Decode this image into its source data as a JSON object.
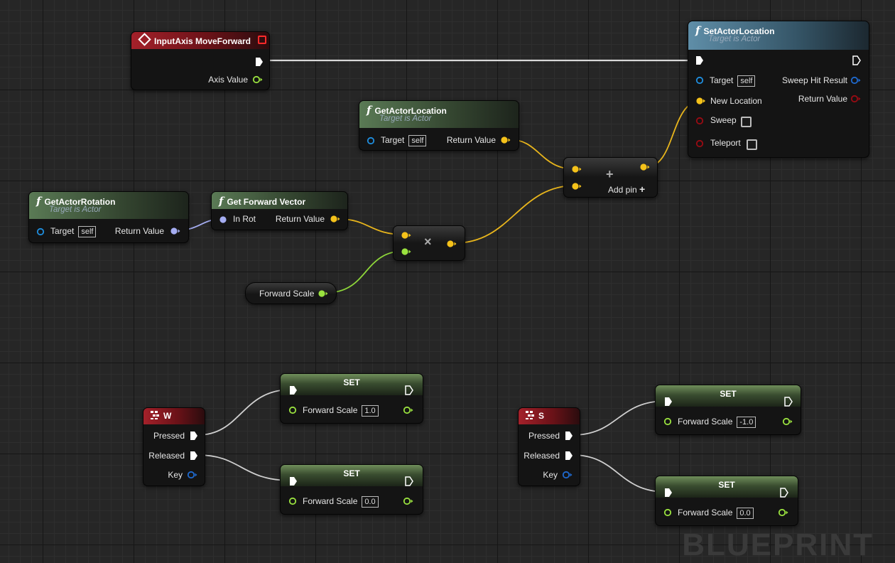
{
  "nodes": {
    "input_axis": {
      "title": "InputAxis MoveForward",
      "axis_value": "Axis Value"
    },
    "set_actor_location": {
      "title": "SetActorLocation",
      "subtitle": "Target is Actor",
      "target": "Target",
      "target_default": "self",
      "new_location": "New Location",
      "sweep": "Sweep",
      "teleport": "Teleport",
      "sweep_hit_result": "Sweep Hit Result",
      "return_value": "Return Value"
    },
    "get_actor_location": {
      "title": "GetActorLocation",
      "subtitle": "Target is Actor",
      "target": "Target",
      "target_default": "self",
      "return_value": "Return Value"
    },
    "get_actor_rotation": {
      "title": "GetActorRotation",
      "subtitle": "Target is Actor",
      "target": "Target",
      "target_default": "self",
      "return_value": "Return Value"
    },
    "get_forward_vector": {
      "title": "Get Forward Vector",
      "in_rot": "In Rot",
      "return_value": "Return Value"
    },
    "multiply": {
      "symbol": "×"
    },
    "add": {
      "symbol": "+",
      "add_pin": "Add pin"
    },
    "forward_scale_getter": {
      "label": "Forward Scale"
    },
    "key_w": {
      "title": "W",
      "pressed": "Pressed",
      "released": "Released",
      "key": "Key"
    },
    "key_s": {
      "title": "S",
      "pressed": "Pressed",
      "released": "Released",
      "key": "Key"
    },
    "set_w_pressed": {
      "title": "SET",
      "var": "Forward Scale",
      "value": "1.0"
    },
    "set_w_released": {
      "title": "SET",
      "var": "Forward Scale",
      "value": "0.0"
    },
    "set_s_pressed": {
      "title": "SET",
      "var": "Forward Scale",
      "value": "-1.0"
    },
    "set_s_released": {
      "title": "SET",
      "var": "Forward Scale",
      "value": "0.0"
    }
  },
  "colors": {
    "exec": "#ffffff",
    "vector": "#f5c21a",
    "rotator": "#a5adf2",
    "float": "#9ae23f",
    "object": "#1f8fe0",
    "struct": "#9a0b13",
    "wire_exec": "#d8d8d8",
    "background": "#262626"
  },
  "watermark": "BLUEPRINT"
}
